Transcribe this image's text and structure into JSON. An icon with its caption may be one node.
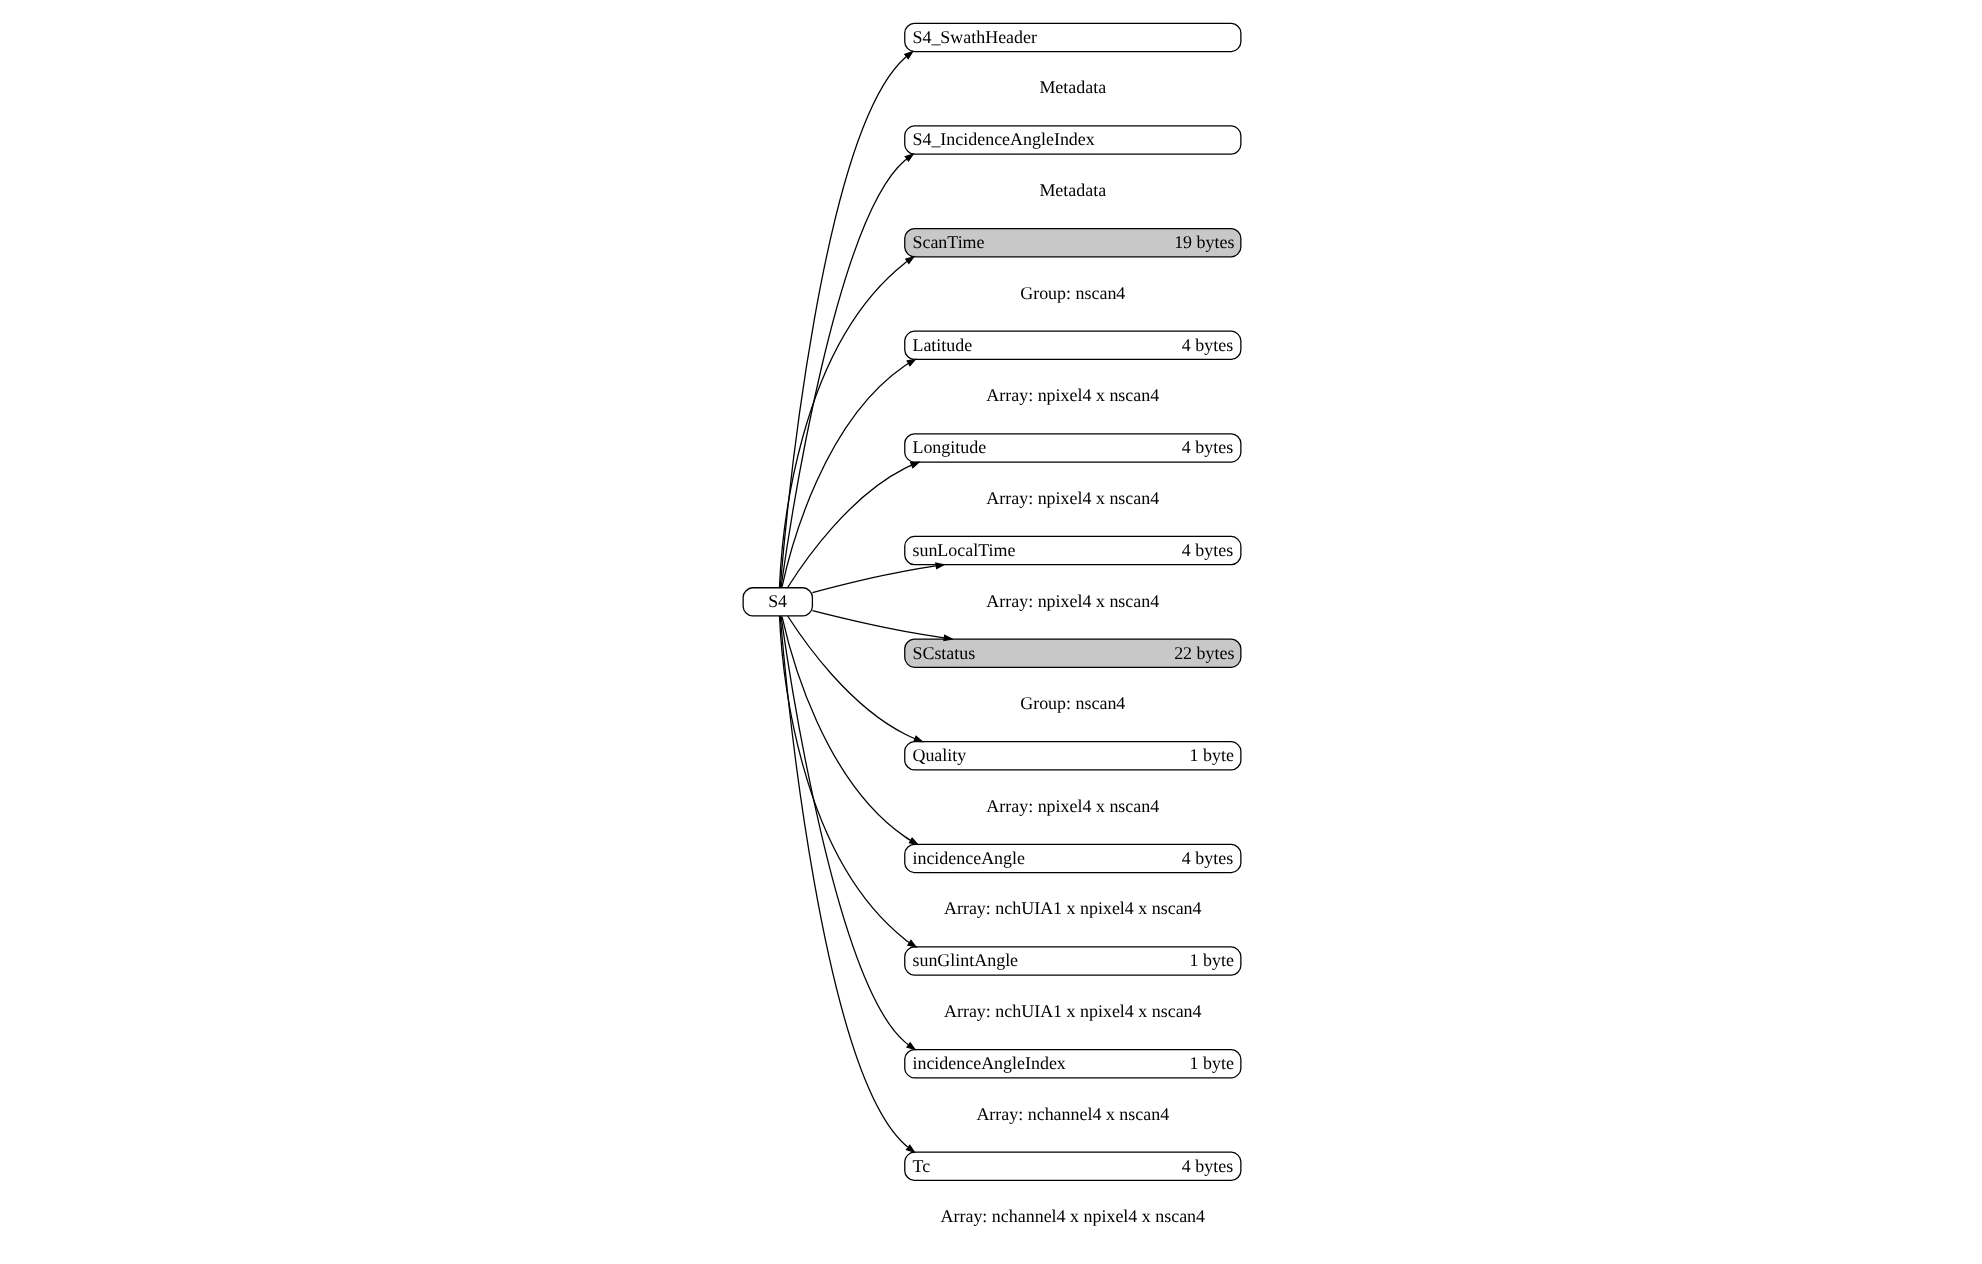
{
  "diagram": {
    "nodes": [
      {
        "text": [
          "S4"
        ]
      },
      {
        "text": [
          "S4_SwathHeader"
        ],
        "beside": [
          "Metadata"
        ]
      },
      {
        "text": [
          "S4_IncidenceAngleIndex"
        ],
        "beside": [
          "Metadata"
        ]
      },
      {
        "text": [
          "ScanTime",
          "19 bytes"
        ],
        "beside": [
          "Group: nscan4"
        ]
      },
      {
        "text": [
          "Latitude",
          "4 bytes"
        ],
        "beside": [
          "Array: npixel4 x nscan4"
        ]
      },
      {
        "text": [
          "Longitude",
          "4 bytes"
        ],
        "beside": [
          "Array: npixel4 x nscan4"
        ]
      },
      {
        "text": [
          "sunLocalTime",
          "4 bytes"
        ],
        "beside": [
          "Array: npixel4 x nscan4"
        ]
      },
      {
        "text": [
          "SCstatus",
          "22 bytes"
        ],
        "beside": [
          "Group: nscan4"
        ]
      },
      {
        "text": [
          "Quality",
          "1 byte"
        ],
        "beside": [
          "Array: npixel4 x nscan4"
        ]
      },
      {
        "text": [
          "incidenceAngle",
          "4 bytes"
        ],
        "beside": [
          "Array: nchUIA1 x npixel4 x nscan4"
        ]
      },
      {
        "text": [
          "sunGlintAngle",
          "1 byte"
        ],
        "beside": [
          "Array: nchUIA1 x npixel4 x nscan4"
        ]
      },
      {
        "text": [
          "incidenceAngleIndex",
          "1 byte"
        ],
        "beside": [
          "Array: nchannel4 x nscan4"
        ]
      },
      {
        "text": [
          "Tc",
          "4 bytes"
        ],
        "beside": [
          "Array: nchannel4 x npixel4 x nscan4"
        ]
      }
    ],
    "edges": [
      {
        "from": 0,
        "to": 1,
        "arrow": "to"
      },
      {
        "from": 0,
        "to": 2,
        "arrow": "to"
      },
      {
        "from": 0,
        "to": 3,
        "arrow": "to"
      },
      {
        "from": 0,
        "to": 4,
        "arrow": "to"
      },
      {
        "from": 0,
        "to": 5,
        "arrow": "to"
      },
      {
        "from": 0,
        "to": 6,
        "arrow": "to"
      },
      {
        "from": 0,
        "to": 7,
        "arrow": "to"
      },
      {
        "from": 0,
        "to": 8,
        "arrow": "to"
      },
      {
        "from": 0,
        "to": 9,
        "arrow": "to"
      },
      {
        "from": 0,
        "to": 10,
        "arrow": "to"
      },
      {
        "from": 0,
        "to": 11,
        "arrow": "to"
      },
      {
        "from": 0,
        "to": 12,
        "arrow": "to"
      }
    ]
  }
}
